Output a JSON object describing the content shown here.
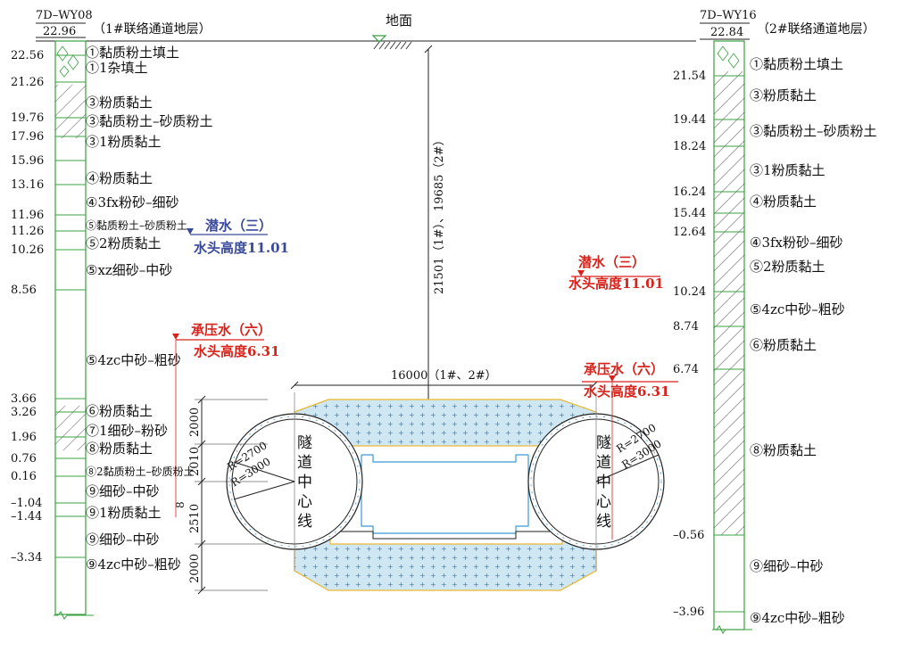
{
  "ground_label": "地面",
  "depth_dimension": "21501（1#）、19685（2#）",
  "width_dimension": "16000（1#、2#）",
  "left": {
    "borehole_id": "7D–WY08",
    "top_elev": "22.96",
    "caption": "（1#联络通道地层）",
    "elevations": [
      "22.56",
      "21.26",
      "19.76",
      "17.96",
      "15.96",
      "13.16",
      "11.96",
      "11.26",
      "10.26",
      "8.56",
      "3.66",
      "3.26",
      "1.96",
      "0.76",
      "0.16",
      "–1.04",
      "–1.44",
      "–3.34"
    ],
    "layers": [
      "①黏质粉土填土",
      "①1杂填土",
      "③粉质黏土",
      "③黏质粉土–砂质粉土",
      "③1粉质黏土",
      "④粉质黏土",
      "④3fx粉砂–细砂",
      "⑤黏质粉土–砂质粉土",
      "⑤2粉质黏土",
      "⑤xz细砂–中砂",
      "⑤4zc中砂–粗砂",
      "⑥粉质黏土",
      "⑦1细砂–粉砂",
      "⑧粉质黏土",
      "⑧2黏质粉土–砂质粉土",
      "⑨细砂–中砂",
      "⑨1粉质黏土",
      "⑨细砂–中砂",
      "⑨4zc中砂–粗砂"
    ]
  },
  "right": {
    "borehole_id": "7D–WY16",
    "top_elev": "22.84",
    "caption": "（2#联络通道地层）",
    "elevations": [
      "21.54",
      "19.44",
      "18.24",
      "16.24",
      "15.44",
      "12.64",
      "10.24",
      "8.74",
      "6.74",
      "–0.56",
      "–3.96"
    ],
    "layers": [
      "①黏质粉土填土",
      "③粉质黏土",
      "③黏质粉土–砂质粉土",
      "③1粉质黏土",
      "④粉质黏土",
      "④3fx粉砂–细砂",
      "⑤2粉质黏土",
      "⑤4zc中砂–粗砂",
      "⑥粉质黏土",
      "⑧粉质黏土",
      "⑨细砂–中砂",
      "⑨4zc中砂–粗砂"
    ]
  },
  "water": {
    "left_phreatic_title": "潜水（三）",
    "left_phreatic_head": "水头高度11.01",
    "left_confined_title": "承压水（六）",
    "left_confined_head": "水头高度6.31",
    "right_phreatic_title": "潜水（三）",
    "right_phreatic_head": "水头高度11.01",
    "right_confined_title": "承压水（六）",
    "right_confined_head": "水头高度6.31"
  },
  "tunnel": {
    "center_line_label": "隧道中心线",
    "r_inner": "R=2700",
    "r_outer": "R=3000",
    "dims": [
      "2000",
      "2010",
      "2510",
      "2000"
    ],
    "gap_dim": "8"
  }
}
